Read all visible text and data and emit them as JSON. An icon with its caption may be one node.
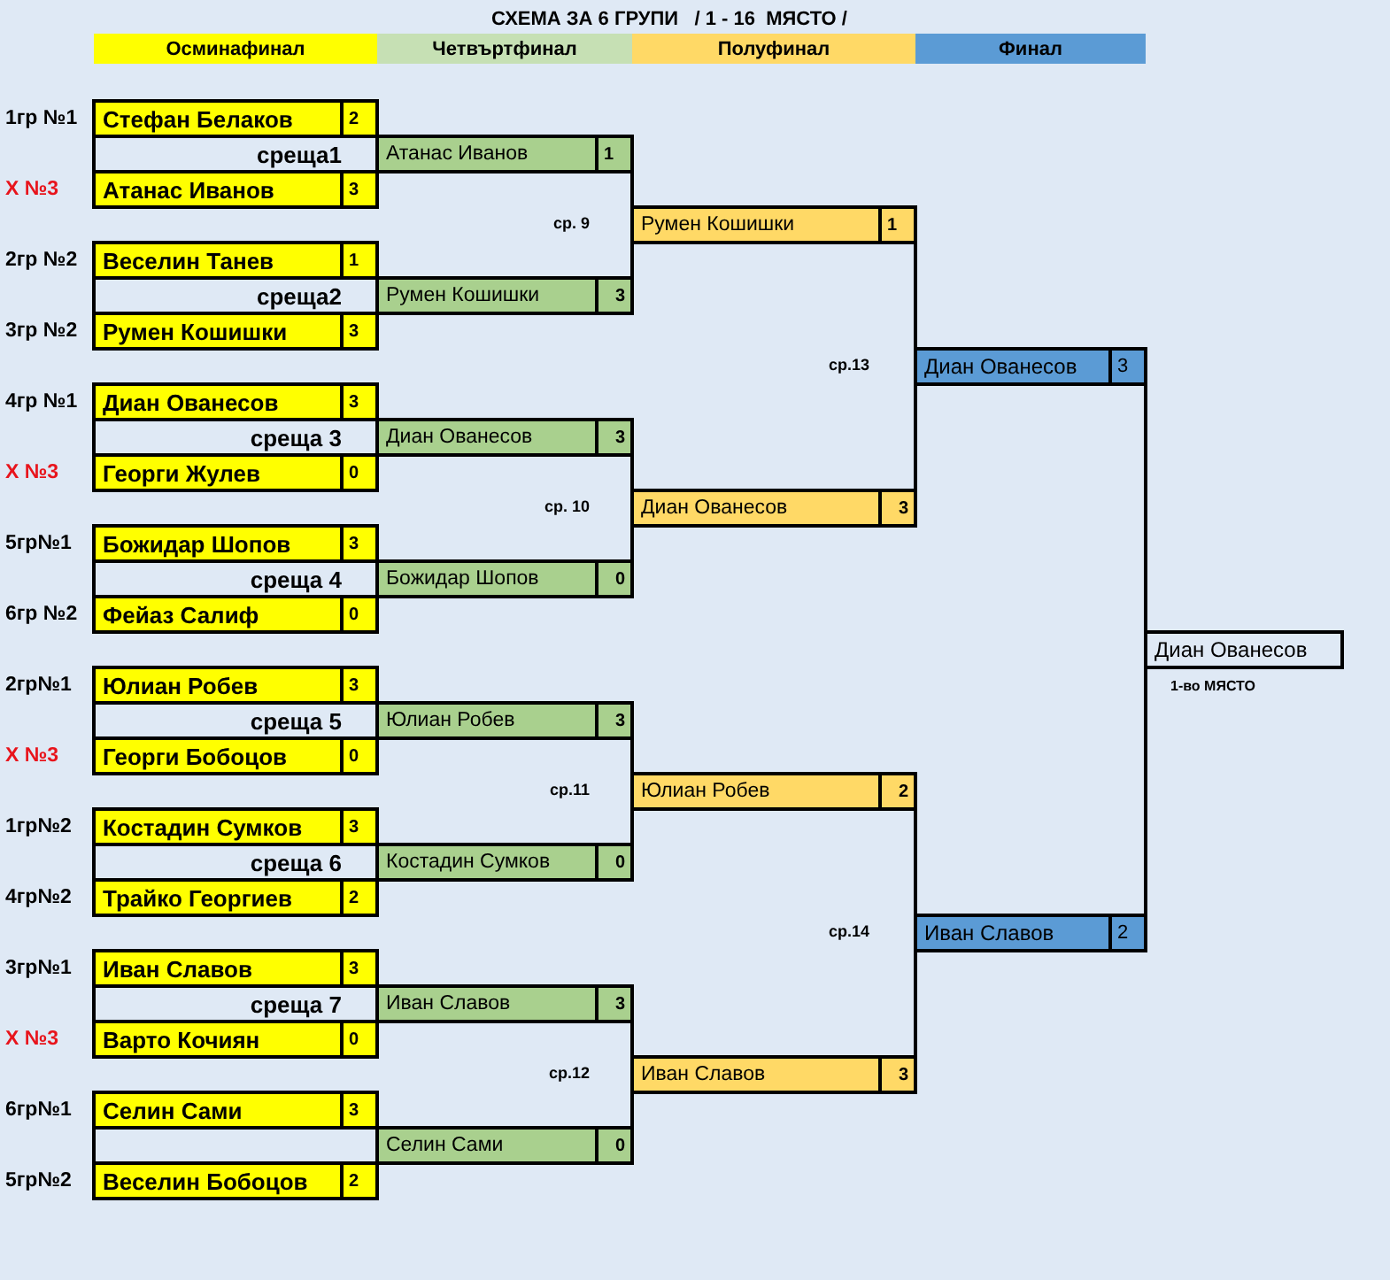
{
  "diagram": {
    "title": "СХЕМА ЗА 6 ГРУПИ   / 1 - 16  МЯСТО /",
    "nodes": [
      {
        "text": [
          "Осминафинал"
        ]
      },
      {
        "text": [
          "Четвъртфинал"
        ]
      },
      {
        "text": [
          "Полуфинал"
        ]
      },
      {
        "text": [
          "Финал"
        ]
      },
      {
        "text": [
          "Стефан Белаков",
          "2"
        ],
        "beside": [
          "1гр №1"
        ]
      },
      {
        "text": [
          "среща1"
        ]
      },
      {
        "text": [
          "Атанас Иванов",
          "3"
        ],
        "beside": [
          "X №3"
        ]
      },
      {
        "text": [
          "Веселин Танев",
          "1"
        ],
        "beside": [
          "2гр №2"
        ]
      },
      {
        "text": [
          "среща2"
        ]
      },
      {
        "text": [
          "Румен Кошишки",
          "3"
        ],
        "beside": [
          "3гр №2"
        ]
      },
      {
        "text": [
          "Диан Ованесов",
          "3"
        ],
        "beside": [
          "4гр №1"
        ]
      },
      {
        "text": [
          "среща 3"
        ]
      },
      {
        "text": [
          "Георги Жулев",
          "0"
        ],
        "beside": [
          "X №3"
        ]
      },
      {
        "text": [
          "Божидар Шопов",
          "3"
        ],
        "beside": [
          "5гр№1"
        ]
      },
      {
        "text": [
          "среща 4"
        ]
      },
      {
        "text": [
          "Фейаз Салиф",
          "0"
        ],
        "beside": [
          "6гр №2"
        ]
      },
      {
        "text": [
          "Юлиан Робев",
          "3"
        ],
        "beside": [
          "2гр№1"
        ]
      },
      {
        "text": [
          "среща 5"
        ]
      },
      {
        "text": [
          "Георги Бобоцов",
          "0"
        ],
        "beside": [
          "X №3"
        ]
      },
      {
        "text": [
          "Костадин Сумков",
          "3"
        ],
        "beside": [
          "1гр№2"
        ]
      },
      {
        "text": [
          "среща 6"
        ]
      },
      {
        "text": [
          "Трайко Георгиев",
          "2"
        ],
        "beside": [
          "4гр№2"
        ]
      },
      {
        "text": [
          "Иван Славов",
          "3"
        ],
        "beside": [
          "3гр№1"
        ]
      },
      {
        "text": [
          "среща 7"
        ]
      },
      {
        "text": [
          "Варто Кочиян",
          "0"
        ],
        "beside": [
          "X №3"
        ]
      },
      {
        "text": [
          "Селин Сами",
          "3"
        ],
        "beside": [
          "6гр№1"
        ]
      },
      {
        "text": [],
        "shape": "box"
      },
      {
        "text": [
          "Веселин Бобоцов",
          "2"
        ],
        "beside": [
          "5гр№2"
        ]
      },
      {
        "text": [
          "Атанас Иванов",
          "1"
        ]
      },
      {
        "text": [
          "Румен Кошишки",
          "3"
        ]
      },
      {
        "text": [
          "Диан Ованесов",
          "3"
        ]
      },
      {
        "text": [
          "Божидар Шопов",
          "0"
        ]
      },
      {
        "text": [
          "Юлиан Робев",
          "3"
        ]
      },
      {
        "text": [
          "Костадин Сумков",
          "0"
        ]
      },
      {
        "text": [
          "Иван Славов",
          "3"
        ]
      },
      {
        "text": [
          "Селин Сами",
          "0"
        ]
      },
      {
        "text": [
          "Румен Кошишки",
          "1"
        ],
        "beside": [
          "ср. 9"
        ]
      },
      {
        "text": [
          "Диан Ованесов",
          "3"
        ],
        "beside": [
          "ср. 10"
        ]
      },
      {
        "text": [
          "Юлиан Робев",
          "2"
        ],
        "beside": [
          "ср.11"
        ]
      },
      {
        "text": [
          "Иван Славов",
          "3"
        ],
        "beside": [
          "ср.12"
        ]
      },
      {
        "text": [
          "Диан Ованесов",
          "3"
        ],
        "beside": [
          "ср.13"
        ]
      },
      {
        "text": [
          "Иван Славов",
          "2"
        ],
        "beside": [
          "ср.14"
        ]
      },
      {
        "text": [
          "Диан Ованесов"
        ],
        "beside": [
          "1-во МЯСТО"
        ]
      }
    ],
    "edges": [
      {
        "from": 28,
        "to": 36,
        "arrow": "none"
      },
      {
        "from": 29,
        "to": 36,
        "arrow": "none"
      },
      {
        "from": 30,
        "to": 37,
        "arrow": "none"
      },
      {
        "from": 31,
        "to": 37,
        "arrow": "none"
      },
      {
        "from": 32,
        "to": 38,
        "arrow": "none"
      },
      {
        "from": 33,
        "to": 38,
        "arrow": "none"
      },
      {
        "from": 34,
        "to": 39,
        "arrow": "none"
      },
      {
        "from": 35,
        "to": 39,
        "arrow": "none"
      },
      {
        "from": 36,
        "to": 40,
        "arrow": "none"
      },
      {
        "from": 37,
        "to": 40,
        "arrow": "none"
      },
      {
        "from": 38,
        "to": 41,
        "arrow": "none"
      },
      {
        "from": 39,
        "to": 41,
        "arrow": "none"
      },
      {
        "from": 40,
        "to": 42,
        "arrow": "none"
      },
      {
        "from": 41,
        "to": 42,
        "arrow": "none"
      }
    ]
  }
}
